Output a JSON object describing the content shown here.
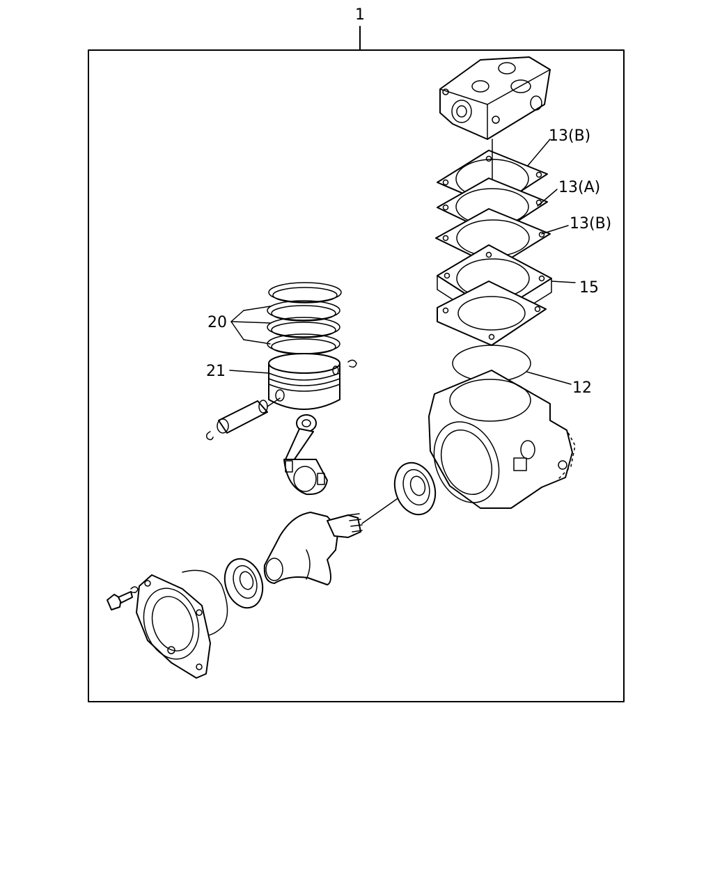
{
  "diagram": {
    "labels": {
      "assembly": "1",
      "gasket_top": "13(B)",
      "gasket_mid": "13(A)",
      "gasket_low": "13(B)",
      "spacer_plate": "15",
      "o_ring": "12",
      "piston_rings": "20",
      "piston": "21"
    }
  }
}
